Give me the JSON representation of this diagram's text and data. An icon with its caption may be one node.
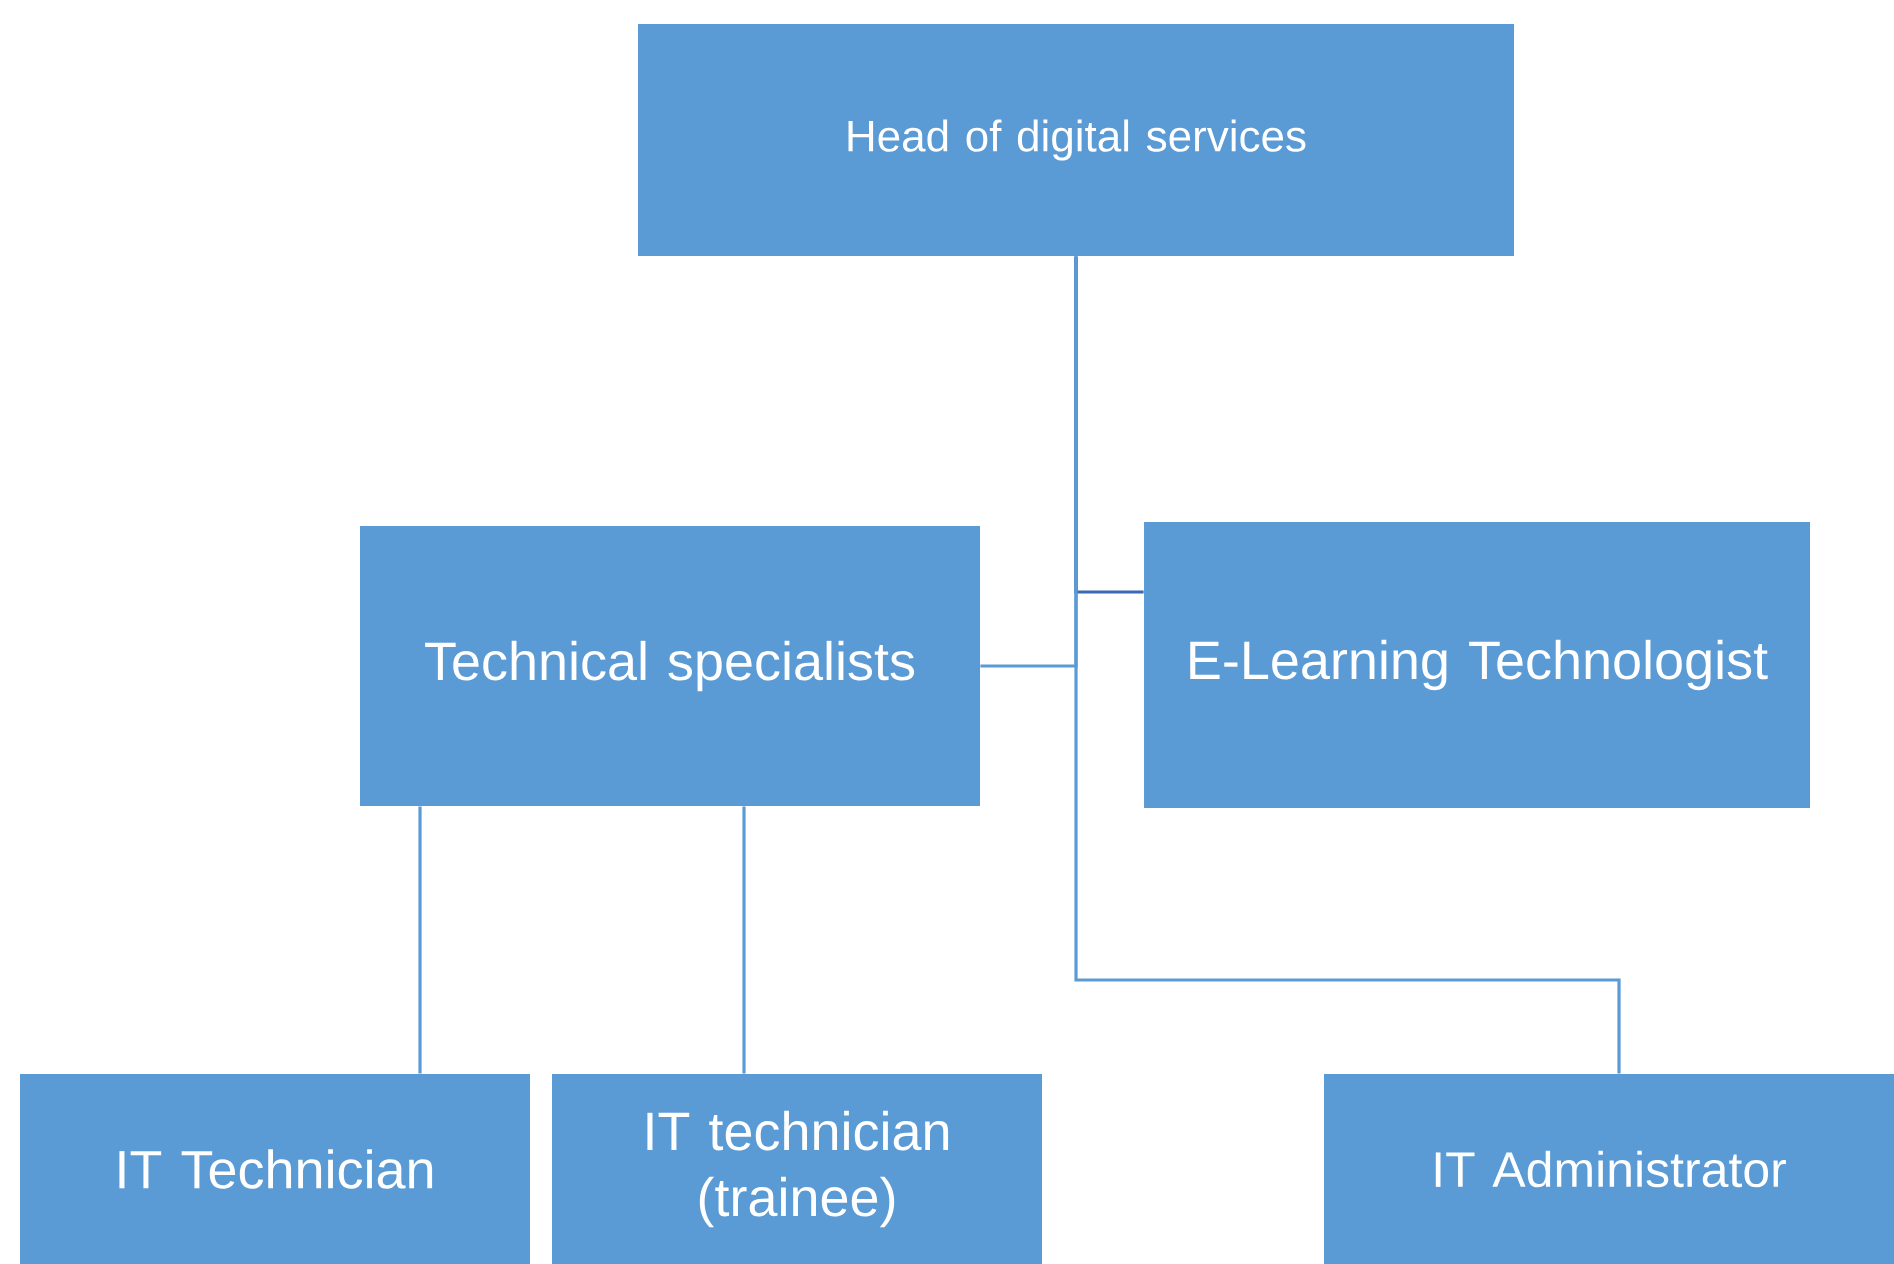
{
  "diagram": {
    "nodes": [
      {
        "text": [
          "Head of digital services"
        ]
      },
      {
        "text": [
          "Technical specialists"
        ]
      },
      {
        "text": [
          "E-Learning Technologist"
        ]
      },
      {
        "text": [
          "IT Technician"
        ]
      },
      {
        "text": [
          "IT technician (trainee)"
        ]
      },
      {
        "text": [
          "IT Administrator"
        ]
      }
    ],
    "edges": [
      {
        "from": 0,
        "to": 1,
        "arrow": "none"
      },
      {
        "from": 0,
        "to": 2,
        "arrow": "none",
        "color": "#3a68b4"
      },
      {
        "from": 0,
        "to": 5,
        "arrow": "none"
      },
      {
        "from": 1,
        "to": 3,
        "arrow": "none"
      },
      {
        "from": 1,
        "to": 4,
        "arrow": "none"
      }
    ]
  }
}
